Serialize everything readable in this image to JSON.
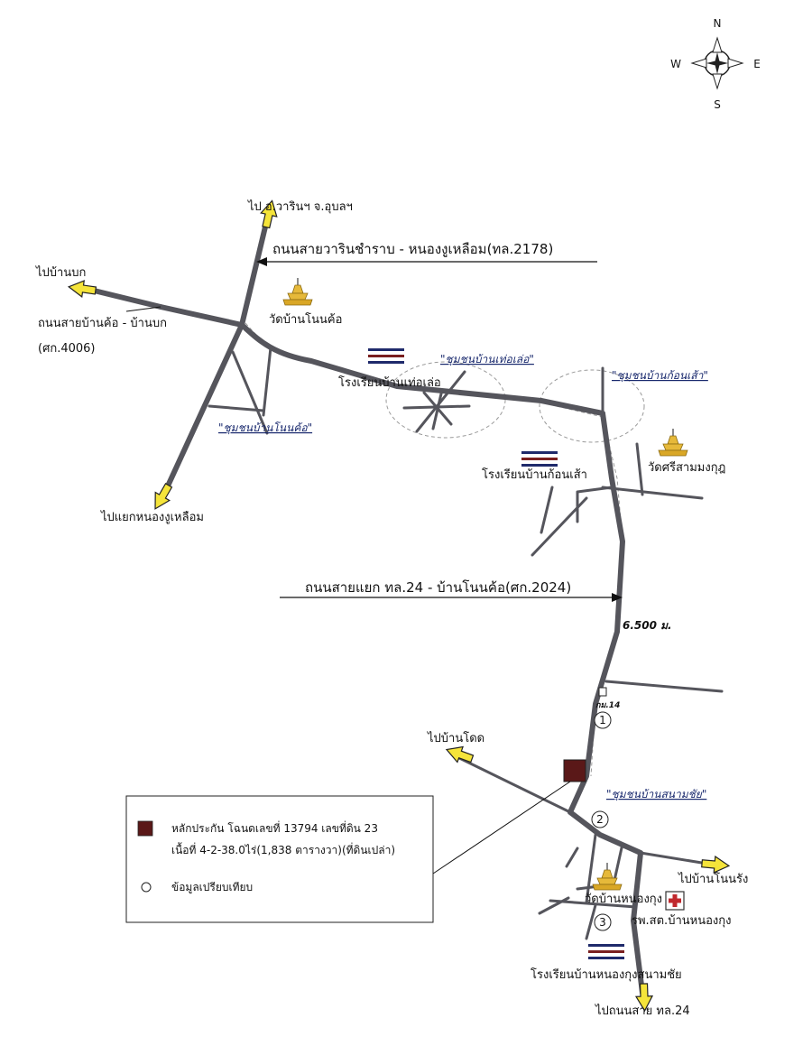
{
  "compass": {
    "n": "N",
    "s": "S",
    "e": "E",
    "w": "W"
  },
  "roads": {
    "varin_nongngu": "ถนนสายวารินชำราบ - หนองงูเหลือม(ทล.2178)",
    "ban_kho_ban_bok": "ถนนสายบ้านค้อ - บ้านบก",
    "ban_kho_ban_bok_code": "(ศก.4006)",
    "tl24_ban_non_kho": "ถนนสายแยก ทล.24 - บ้านโนนค้อ(ศก.2024)"
  },
  "directions": {
    "to_warin": "ไป อ.วารินฯ จ.อุบลฯ",
    "to_ban_bok": "ไปบ้านบก",
    "to_nong_ngu_junction": "ไปแยกหนองงูเหลือม",
    "to_ban_dot": "ไปบ้านโดด",
    "to_ban_non_rang": "ไปบ้านโนนรัง",
    "to_tl24": "ไปถนนสาย ทล.24"
  },
  "places": {
    "wat_ban_non_kho": "วัดบ้านโนนค้อ",
    "school_thao_lao": "โรงเรียนบ้านเท่อเล่อ",
    "school_kon_sao": "โรงเรียนบ้านก้อนเส้า",
    "wat_sri_sam_mongkhon": "วัดศรีสามมงกุฎ",
    "wat_ban_nong_kung": "วัดบ้านหนองกุง",
    "hospital": "รพ.สต.บ้านหนองกุง",
    "school_nong_kung": "โรงเรียนบ้านหนองกุงสนามชัย"
  },
  "communities": {
    "thao_lao": "\"ชุมชนบ้านเท่อเล่อ\"",
    "kon_sao": "\"ชุมชนบ้านก้อนเส้า\"",
    "non_kho": "\"ชุมชนบ้านโนนค้อ\"",
    "sanam_chai": "\"ชุมชนบ้านสนามชัย\""
  },
  "distance_label": "6.500 ม.",
  "km_marker": "กม.14",
  "comparables": [
    "1",
    "2",
    "3"
  ],
  "legend": {
    "subject_line1": "หลักประกัน โฉนดเลขที่ 13794 เลขที่ดิน 23",
    "subject_line2": "เนื้อที่ 4-2-38.0ไร่(1,838 ตารางวา)(ที่ดินเปล่า)",
    "comparable": "ข้อมูลเปรียบเทียบ"
  },
  "colors": {
    "road": "#55555c",
    "arrow_fill": "#f5e43a",
    "subject_marker": "#5a1818",
    "school_blue": "#1f2a6b",
    "school_red": "#7a1f1f",
    "hospital_red": "#c0282d",
    "community_text": "#1a2a6e"
  }
}
